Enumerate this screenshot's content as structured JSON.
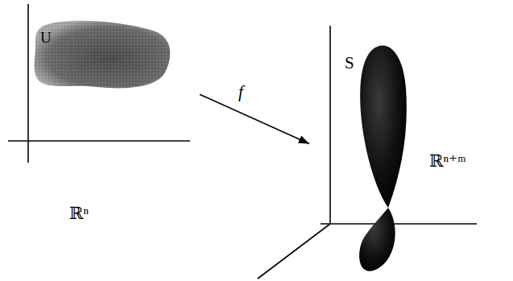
{
  "diagram": {
    "nodes": [
      {
        "text": [
          "U"
        ]
      },
      {
        "text": [
          "S"
        ]
      }
    ],
    "edges": [
      {
        "from": 0,
        "to": 1,
        "arrow": "to",
        "label": "f"
      }
    ],
    "labels": [
      "ℝⁿ",
      "ℝⁿ⁺ᵐ"
    ]
  }
}
